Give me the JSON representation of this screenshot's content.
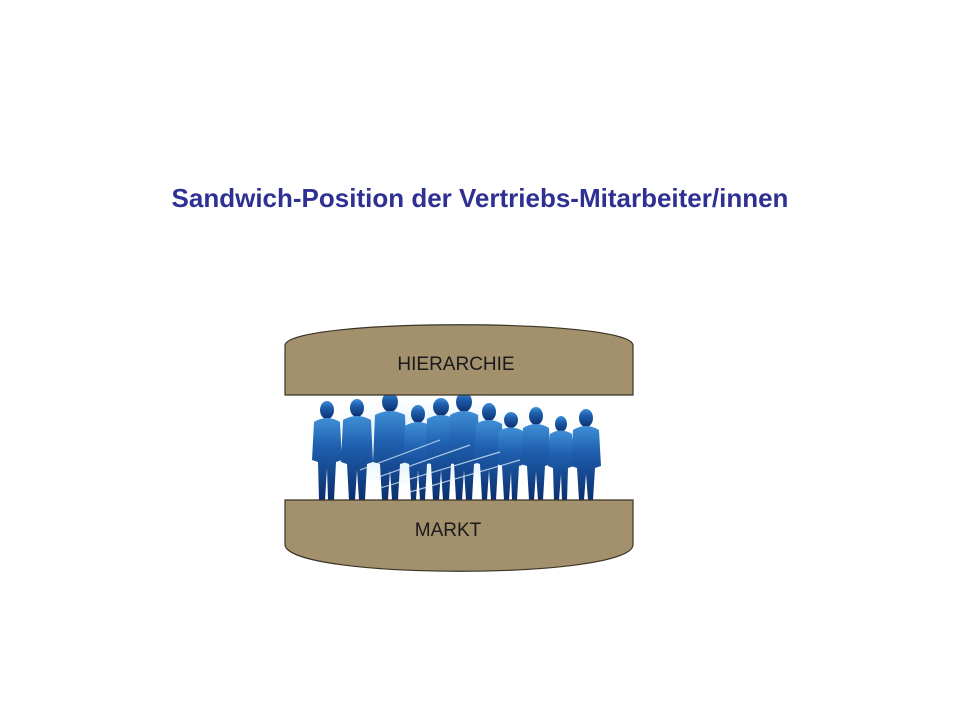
{
  "slide": {
    "title": "Sandwich-Position der Vertriebs-Mitarbeiter/innen"
  },
  "diagram": {
    "top_layer_label": "HIERARCHIE",
    "bottom_layer_label": "MARKT",
    "middle_layer": "group-of-people-silhouettes-image",
    "colors": {
      "title": "#2e3192",
      "bun_fill": "#a3916e",
      "bun_stroke": "#3b3325",
      "people_dark": "#0b2f6e",
      "people_light": "#4a9fe0"
    }
  }
}
